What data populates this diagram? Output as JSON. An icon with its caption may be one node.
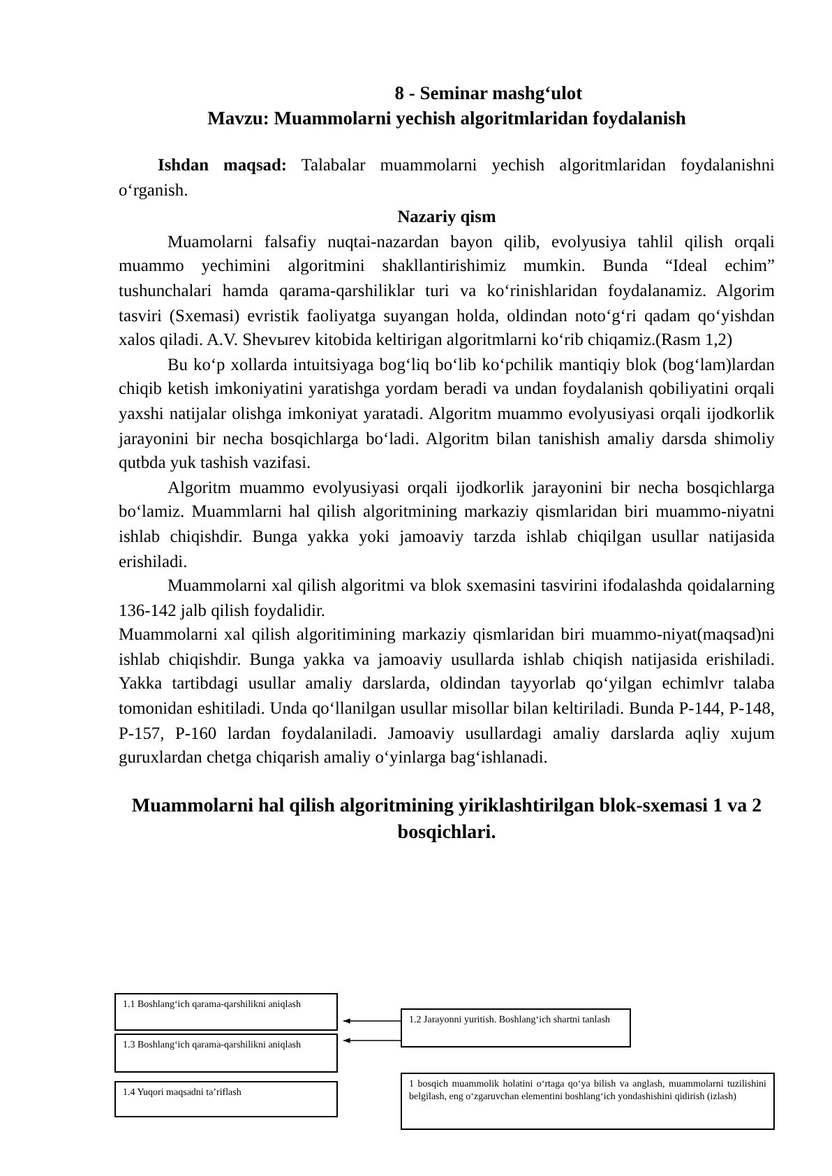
{
  "diagram": {
    "title": "8 - Seminar mashg‘ulot",
    "labels": [
      "Mavzu: Muammolarni yechish algoritmlaridan foydalanish",
      "**Ishdan maqsad:** Talabalar muammolarni yechish algoritmlaridan foydalanishni o‘rganish.",
      "Nazariy qism",
      "Muamolarni falsafiy nuqtai-nazardan bayon qilib, evolyusiya tahlil qilish orqali muammo yechimini algoritmini shakllantirishimiz mumkin. Bunda “Ideal echim” tushunchalari hamda qarama-qarshiliklar turi va ko‘rinishlaridan foydalanamiz. Algorim tasviri (Sxemasi) evristik faoliyatga suyangan holda, oldindan noto‘g‘ri qadam qo‘yishdan xalos qiladi. A.V. Shevыrev kitobida keltirigan algoritmlarni ko‘rib chiqamiz.(Rasm 1,2)",
      "Bu ko‘p xollarda intuitsiyaga bog‘liq bo‘lib ko‘pchilik mantiqiy blok (bog‘lam)lardan chiqib ketish imkoniyatini yaratishga yordam beradi va undan foydalanish qobiliyatini orqali yaxshi natijalar olishga imkoniyat yaratadi. Algoritm muammo evolyusiyasi orqali ijodkorlik jarayonini bir necha bosqichlarga bo‘ladi. Algoritm bilan tanishish amaliy darsda shimoliy qutbda yuk tashish vazifasi.",
      "Algoritm muammo evolyusiyasi orqali ijodkorlik jarayonini bir necha bosqichlarga bo‘lamiz. Muammlarni hal qilish algoritmining markaziy qismlaridan biri muammo-niyatni ishlab chiqishdir. Bunga yakka yoki jamoaviy tarzda ishlab chiqilgan usullar natijasida erishiladi.",
      "Muammolarni xal qilish algoritmi va blok sxemasini tasvirini ifodalashda qoidalarning 136-142 jalb qilish foydalidir.",
      "Muammolarni xal qilish algoritimining markaziy qismlaridan biri muammo-niyat(maqsad)ni ishlab chiqishdir. Bunga yakka va jamoaviy usullarda ishlab chiqish natijasida erishiladi. Yakka tartibdagi usullar amaliy darslarda, oldindan tayyorlab qo‘yilgan echimlvr talaba tomonidan eshitiladi. Unda qo‘llanilgan usullar misollar bilan keltiriladi. Bunda P-144, P-148, P-157, P-160 lardan foydalaniladi. Jamoaviy usullardagi amaliy darslarda aqliy xujum guruxlardan chetga chiqarish amaliy o‘yinlarga bag‘ishlanadi.",
      "Muammolarni hal qilish algoritmining yiriklashtirilgan blok-sxemasi 1 va 2 bosqichlari."
    ],
    "nodes": [
      {
        "text": [
          "1.1 Boshlang‘ich qarama-qarshilikni aniqlash"
        ]
      },
      {
        "text": [
          "1.2 Jarayonni yuritish. Boshlang‘ich shartni tanlash"
        ]
      },
      {
        "text": [
          "1.3 Boshlang‘ich qarama-qarshilikni aniqlash"
        ]
      },
      {
        "text": [
          "1.4 Yuqori maqsadni ta’riflash"
        ]
      },
      {
        "text": [
          "1 bosqich muammolik holatini o‘rtaga qo‘ya bilish va anglash, muammolarni tuzilishini belgilash, eng o‘zgaruvchan elementini boshlang‘ich yondashishini qidirish (izlash)"
        ]
      }
    ],
    "edges": [
      {
        "from": 1,
        "to": 0,
        "arrow": "to"
      },
      {
        "from": 1,
        "to": 2,
        "arrow": "to"
      }
    ]
  }
}
